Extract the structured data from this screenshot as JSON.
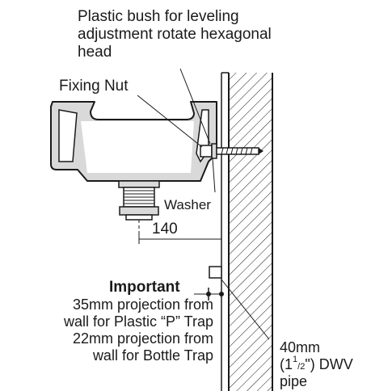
{
  "labels": {
    "plastic_bush_line1": "Plastic bush for leveling",
    "plastic_bush_line2": "adjustment rotate hexagonal",
    "plastic_bush_line3": "head",
    "fixing_nut": "Fixing Nut",
    "washer": "Washer",
    "dimension": "140",
    "important_title": "Important",
    "important_line1": "35mm projection from",
    "important_line2": "wall for Plastic “P” Trap",
    "important_line3": "22mm projection from",
    "important_line4": "wall for Bottle Trap",
    "pipe_line1": "40mm",
    "pipe_line2_open": "(1",
    "pipe_sup": "1",
    "pipe_frac_sep": "/",
    "pipe_sub": "2",
    "pipe_line2_close": "\") DWV",
    "pipe_line3": "pipe"
  },
  "colors": {
    "basin_fill": "#d9d9d9",
    "stroke": "#1a1a1a",
    "wall_hatch": "#1a1a1a"
  }
}
